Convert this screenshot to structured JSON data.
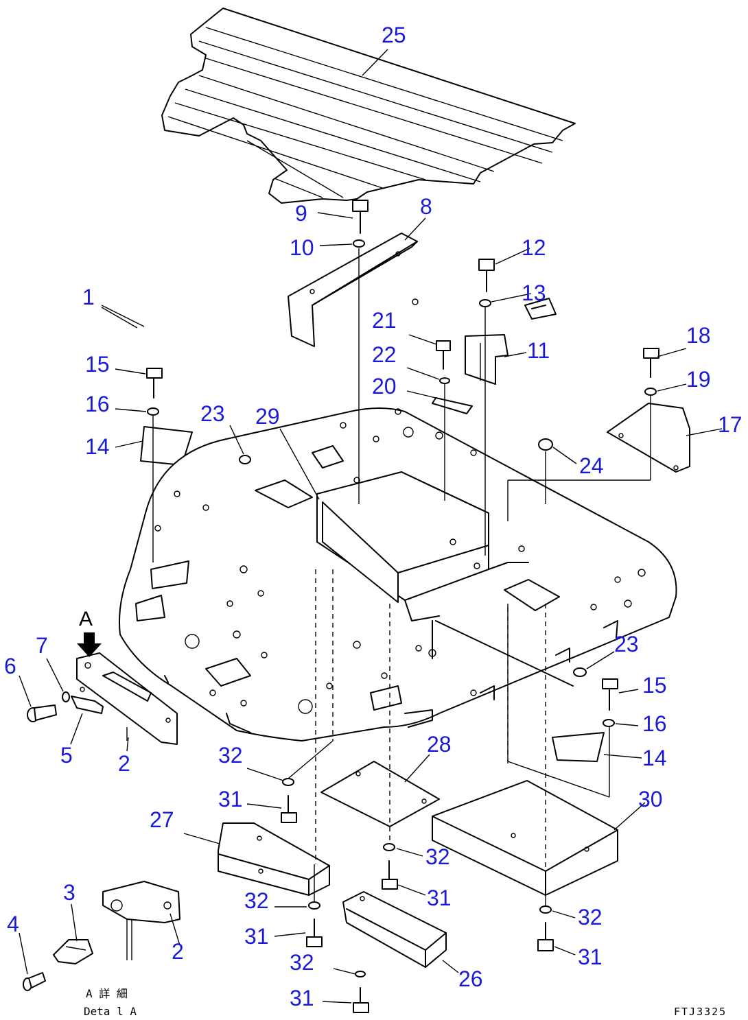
{
  "view_label": "A",
  "detail_caption": {
    "line1": "A 詳 細",
    "line2": "Deta l A"
  },
  "drawing_code": "FTJ3325",
  "callouts": [
    "1",
    "2",
    "2",
    "3",
    "4",
    "5",
    "6",
    "7",
    "8",
    "9",
    "10",
    "11",
    "12",
    "13",
    "14",
    "14",
    "15",
    "15",
    "16",
    "16",
    "17",
    "18",
    "19",
    "20",
    "21",
    "22",
    "23",
    "23",
    "24",
    "25",
    "26",
    "27",
    "28",
    "29",
    "30",
    "31",
    "31",
    "31",
    "31",
    "31",
    "32",
    "32",
    "32",
    "32",
    "32"
  ]
}
